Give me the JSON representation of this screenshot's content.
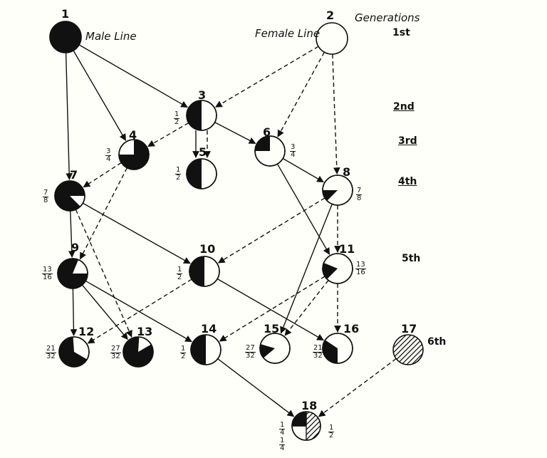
{
  "header": {
    "male_line": "Male Line",
    "female_line": "Female Line",
    "generations": "Generations"
  },
  "generations": [
    "1st",
    "2nd",
    "3rd",
    "4th",
    "5th",
    "6th"
  ],
  "colors": {
    "ink": "#111111",
    "paper": "#fffff9"
  },
  "individuals": [
    {
      "id": "1",
      "fraction": "",
      "num": "",
      "den": "",
      "share": 1,
      "fill": "black"
    },
    {
      "id": "2",
      "fraction": "",
      "num": "",
      "den": "",
      "share": 0,
      "fill": "white"
    },
    {
      "id": "3",
      "fraction": "1/2",
      "num": "1",
      "den": "2",
      "share": 0.5,
      "fill": "split"
    },
    {
      "id": "4",
      "fraction": "3/4",
      "num": "3",
      "den": "4",
      "share": 0.75,
      "fill": "split"
    },
    {
      "id": "5",
      "fraction": "1/2",
      "num": "1",
      "den": "2",
      "share": 0.5,
      "fill": "split"
    },
    {
      "id": "6",
      "fraction": "3/4",
      "num": "3",
      "den": "4",
      "share": 0.25,
      "fill": "split"
    },
    {
      "id": "7",
      "fraction": "7/8",
      "num": "7",
      "den": "8",
      "share": 0.875,
      "fill": "split"
    },
    {
      "id": "8",
      "fraction": "7/8",
      "num": "7",
      "den": "8",
      "share": 0.125,
      "fill": "split"
    },
    {
      "id": "9",
      "fraction": "13/16",
      "num": "13",
      "den": "16",
      "share": 0.8125,
      "fill": "split"
    },
    {
      "id": "10",
      "fraction": "1/2",
      "num": "1",
      "den": "2",
      "share": 0.5,
      "fill": "split"
    },
    {
      "id": "11",
      "fraction": "13/16",
      "num": "13",
      "den": "16",
      "share": 0.1875,
      "fill": "split"
    },
    {
      "id": "12",
      "fraction": "21/32",
      "num": "21",
      "den": "32",
      "share": 0.65625,
      "fill": "split"
    },
    {
      "id": "13",
      "fraction": "27/32",
      "num": "27",
      "den": "32",
      "share": 0.84375,
      "fill": "split"
    },
    {
      "id": "14",
      "fraction": "1/2",
      "num": "1",
      "den": "2",
      "share": 0.5,
      "fill": "split"
    },
    {
      "id": "15",
      "fraction": "27/32",
      "num": "27",
      "den": "32",
      "share": 0.15625,
      "fill": "split"
    },
    {
      "id": "16",
      "fraction": "21/32",
      "num": "21",
      "den": "32",
      "share": 0.34375,
      "fill": "split"
    },
    {
      "id": "17",
      "fraction": "",
      "num": "",
      "den": "",
      "share": 0,
      "fill": "hatched"
    },
    {
      "id": "18",
      "fraction": "1/4 1/4 1/2",
      "num": "",
      "den": "",
      "share": 0.25,
      "fill": "quad"
    }
  ],
  "fractions_18": {
    "a": {
      "num": "1",
      "den": "4"
    },
    "b": {
      "num": "1",
      "den": "4"
    },
    "c": {
      "num": "1",
      "den": "2"
    }
  },
  "links": [
    {
      "from": "1",
      "to": "3",
      "style": "solid"
    },
    {
      "from": "1",
      "to": "4",
      "style": "solid"
    },
    {
      "from": "1",
      "to": "7",
      "style": "solid"
    },
    {
      "from": "2",
      "to": "3",
      "style": "dashed"
    },
    {
      "from": "2",
      "to": "6",
      "style": "dashed"
    },
    {
      "from": "2",
      "to": "8",
      "style": "dashed"
    },
    {
      "from": "3",
      "to": "5",
      "style": "solid"
    },
    {
      "from": "3",
      "to": "5",
      "style": "dashed"
    },
    {
      "from": "3",
      "to": "6",
      "style": "solid"
    },
    {
      "from": "3",
      "to": "4",
      "style": "dashed"
    },
    {
      "from": "4",
      "to": "7",
      "style": "dashed"
    },
    {
      "from": "4",
      "to": "9",
      "style": "dashed"
    },
    {
      "from": "6",
      "to": "8",
      "style": "solid"
    },
    {
      "from": "6",
      "to": "11",
      "style": "solid"
    },
    {
      "from": "7",
      "to": "9",
      "style": "solid"
    },
    {
      "from": "7",
      "to": "10",
      "style": "solid"
    },
    {
      "from": "7",
      "to": "13",
      "style": "dashed"
    },
    {
      "from": "8",
      "to": "10",
      "style": "dashed"
    },
    {
      "from": "8",
      "to": "11",
      "style": "dashed"
    },
    {
      "from": "8",
      "to": "15",
      "style": "solid"
    },
    {
      "from": "9",
      "to": "12",
      "style": "solid"
    },
    {
      "from": "9",
      "to": "13",
      "style": "solid"
    },
    {
      "from": "9",
      "to": "14",
      "style": "solid"
    },
    {
      "from": "10",
      "to": "12",
      "style": "dashed"
    },
    {
      "from": "10",
      "to": "16",
      "style": "solid"
    },
    {
      "from": "11",
      "to": "14",
      "style": "dashed"
    },
    {
      "from": "11",
      "to": "15",
      "style": "dashed"
    },
    {
      "from": "11",
      "to": "16",
      "style": "dashed"
    },
    {
      "from": "14",
      "to": "18",
      "style": "solid"
    },
    {
      "from": "17",
      "to": "18",
      "style": "dashed"
    }
  ]
}
